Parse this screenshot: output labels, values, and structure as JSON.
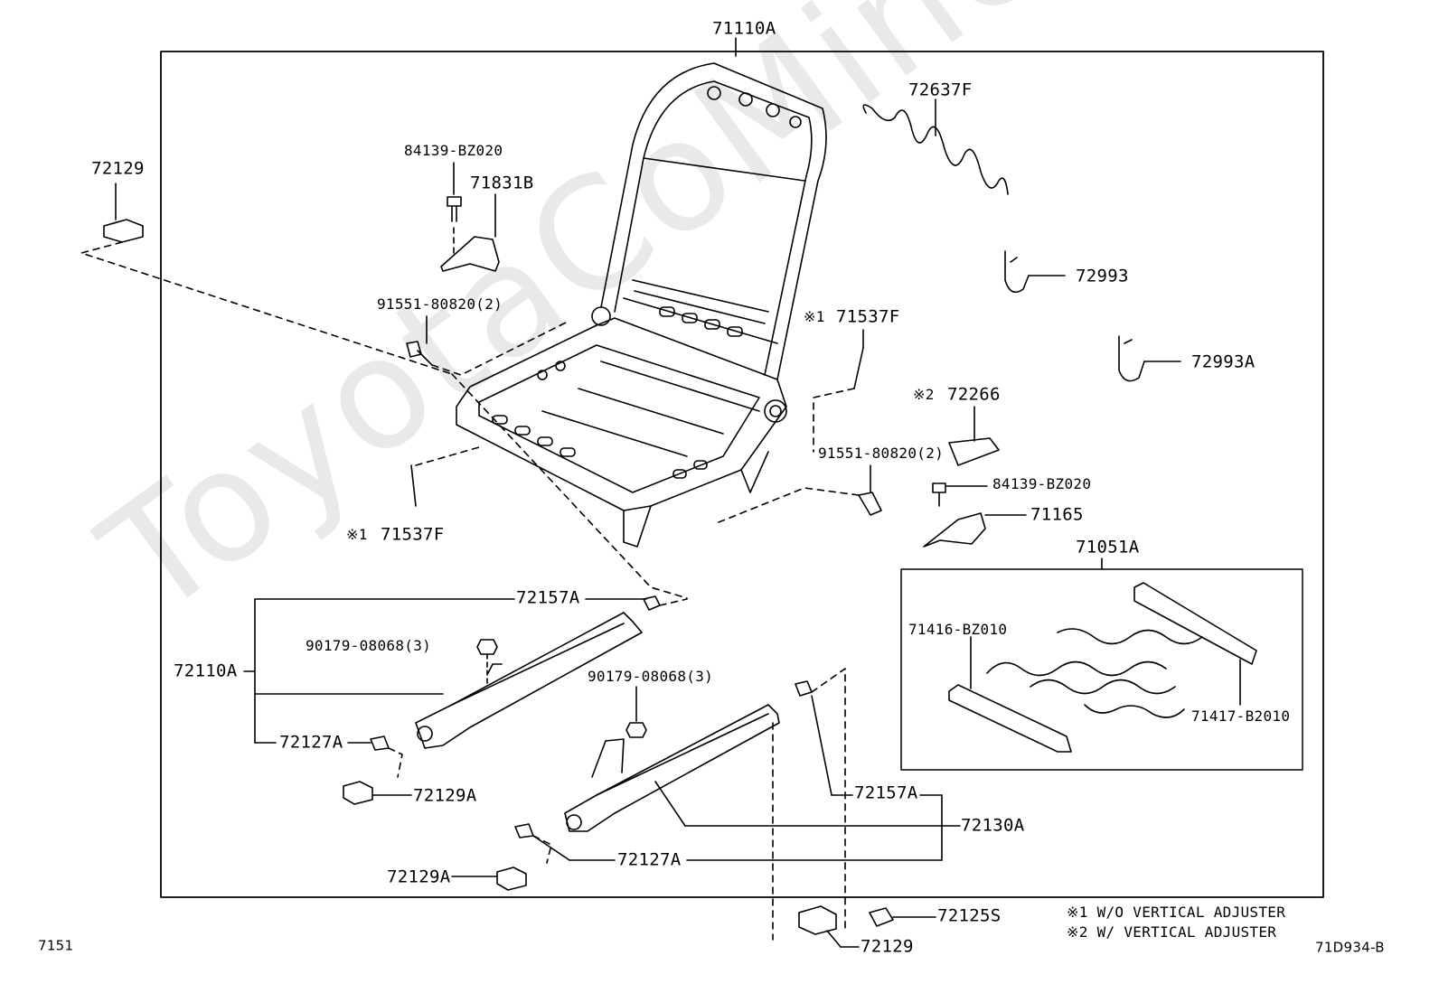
{
  "watermark": "ToyotaCoMine.ru",
  "labels": {
    "top_assembly": "71110A",
    "spring": "72637F",
    "hook_a": "72993",
    "hook_b": "72993A",
    "clip_top_left": "72129",
    "bolt_top": "84139-BZ020",
    "bracket_top": "71831B",
    "bolt_left": "91551-80820(2)",
    "mark1": "※1",
    "pin_right": "71537F",
    "mark2": "※2",
    "cover_72266": "72266",
    "bolt_right": "91551-80820(2)",
    "bolt_mid_right": "84139-BZ020",
    "bracket_71165": "71165",
    "pin_left": "71537F",
    "group_71051A": "71051A",
    "part_71416": "71416-BZ010",
    "part_71417": "71417-B2010",
    "rail_cap_left": "72157A",
    "nut_left": "90179-08068(3)",
    "rail_left": "72110A",
    "spacer_left": "72127A",
    "clip_left": "72129A",
    "nut_right": "90179-08068(3)",
    "rail_cap_right": "72157A",
    "rail_right": "72130A",
    "spacer_right": "72127A",
    "clip_right": "72129A",
    "clip_bottom": "72129",
    "cover_72125S": "72125S",
    "note1": "※1 W/O VERTICAL ADJUSTER",
    "note2": "※2 W/ VERTICAL ADJUSTER",
    "page_code_left": "7151",
    "page_code_right": "71D934-B"
  }
}
